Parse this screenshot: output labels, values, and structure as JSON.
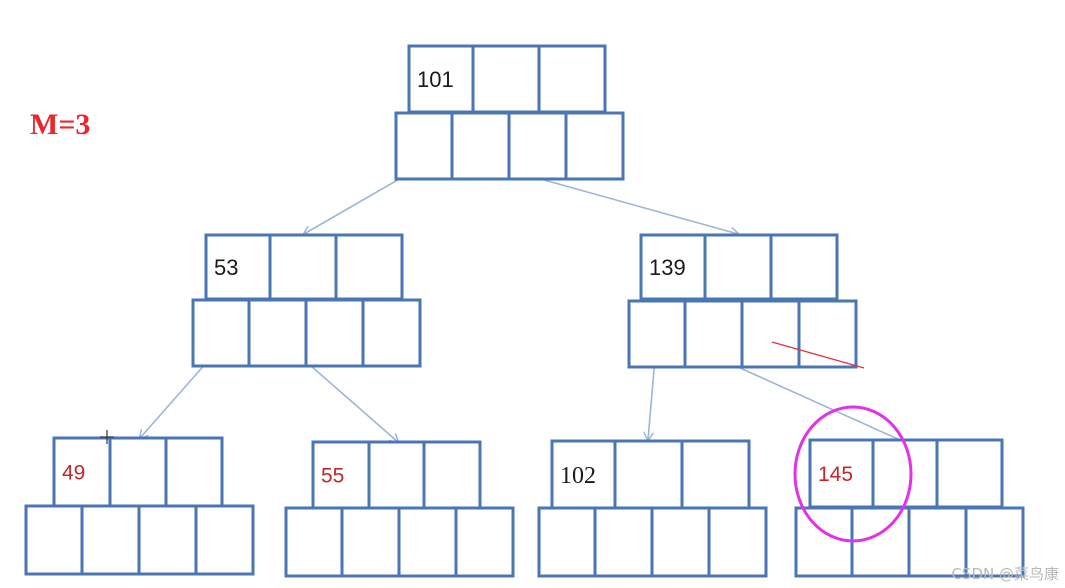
{
  "label": "M=3",
  "watermark": "CSDN @菜鸟康",
  "colors": {
    "box_stroke": "#4a76b4",
    "arrow": "#9fb5d6",
    "label_red": "#e8282c",
    "highlight": "#e232e8",
    "key_dark": "#1a1a1a",
    "key_red": "#c0282c"
  },
  "nodes": [
    {
      "id": "root",
      "key": "101",
      "key_color": "dark"
    },
    {
      "id": "left",
      "key": "53",
      "key_color": "dark"
    },
    {
      "id": "right",
      "key": "139",
      "key_color": "dark"
    },
    {
      "id": "leaf1",
      "key": "49",
      "key_color": "red"
    },
    {
      "id": "leaf2",
      "key": "55",
      "key_color": "red"
    },
    {
      "id": "leaf3",
      "key": "102",
      "key_color": "dark"
    },
    {
      "id": "leaf4",
      "key": "145",
      "key_color": "red",
      "highlighted": true
    }
  ]
}
